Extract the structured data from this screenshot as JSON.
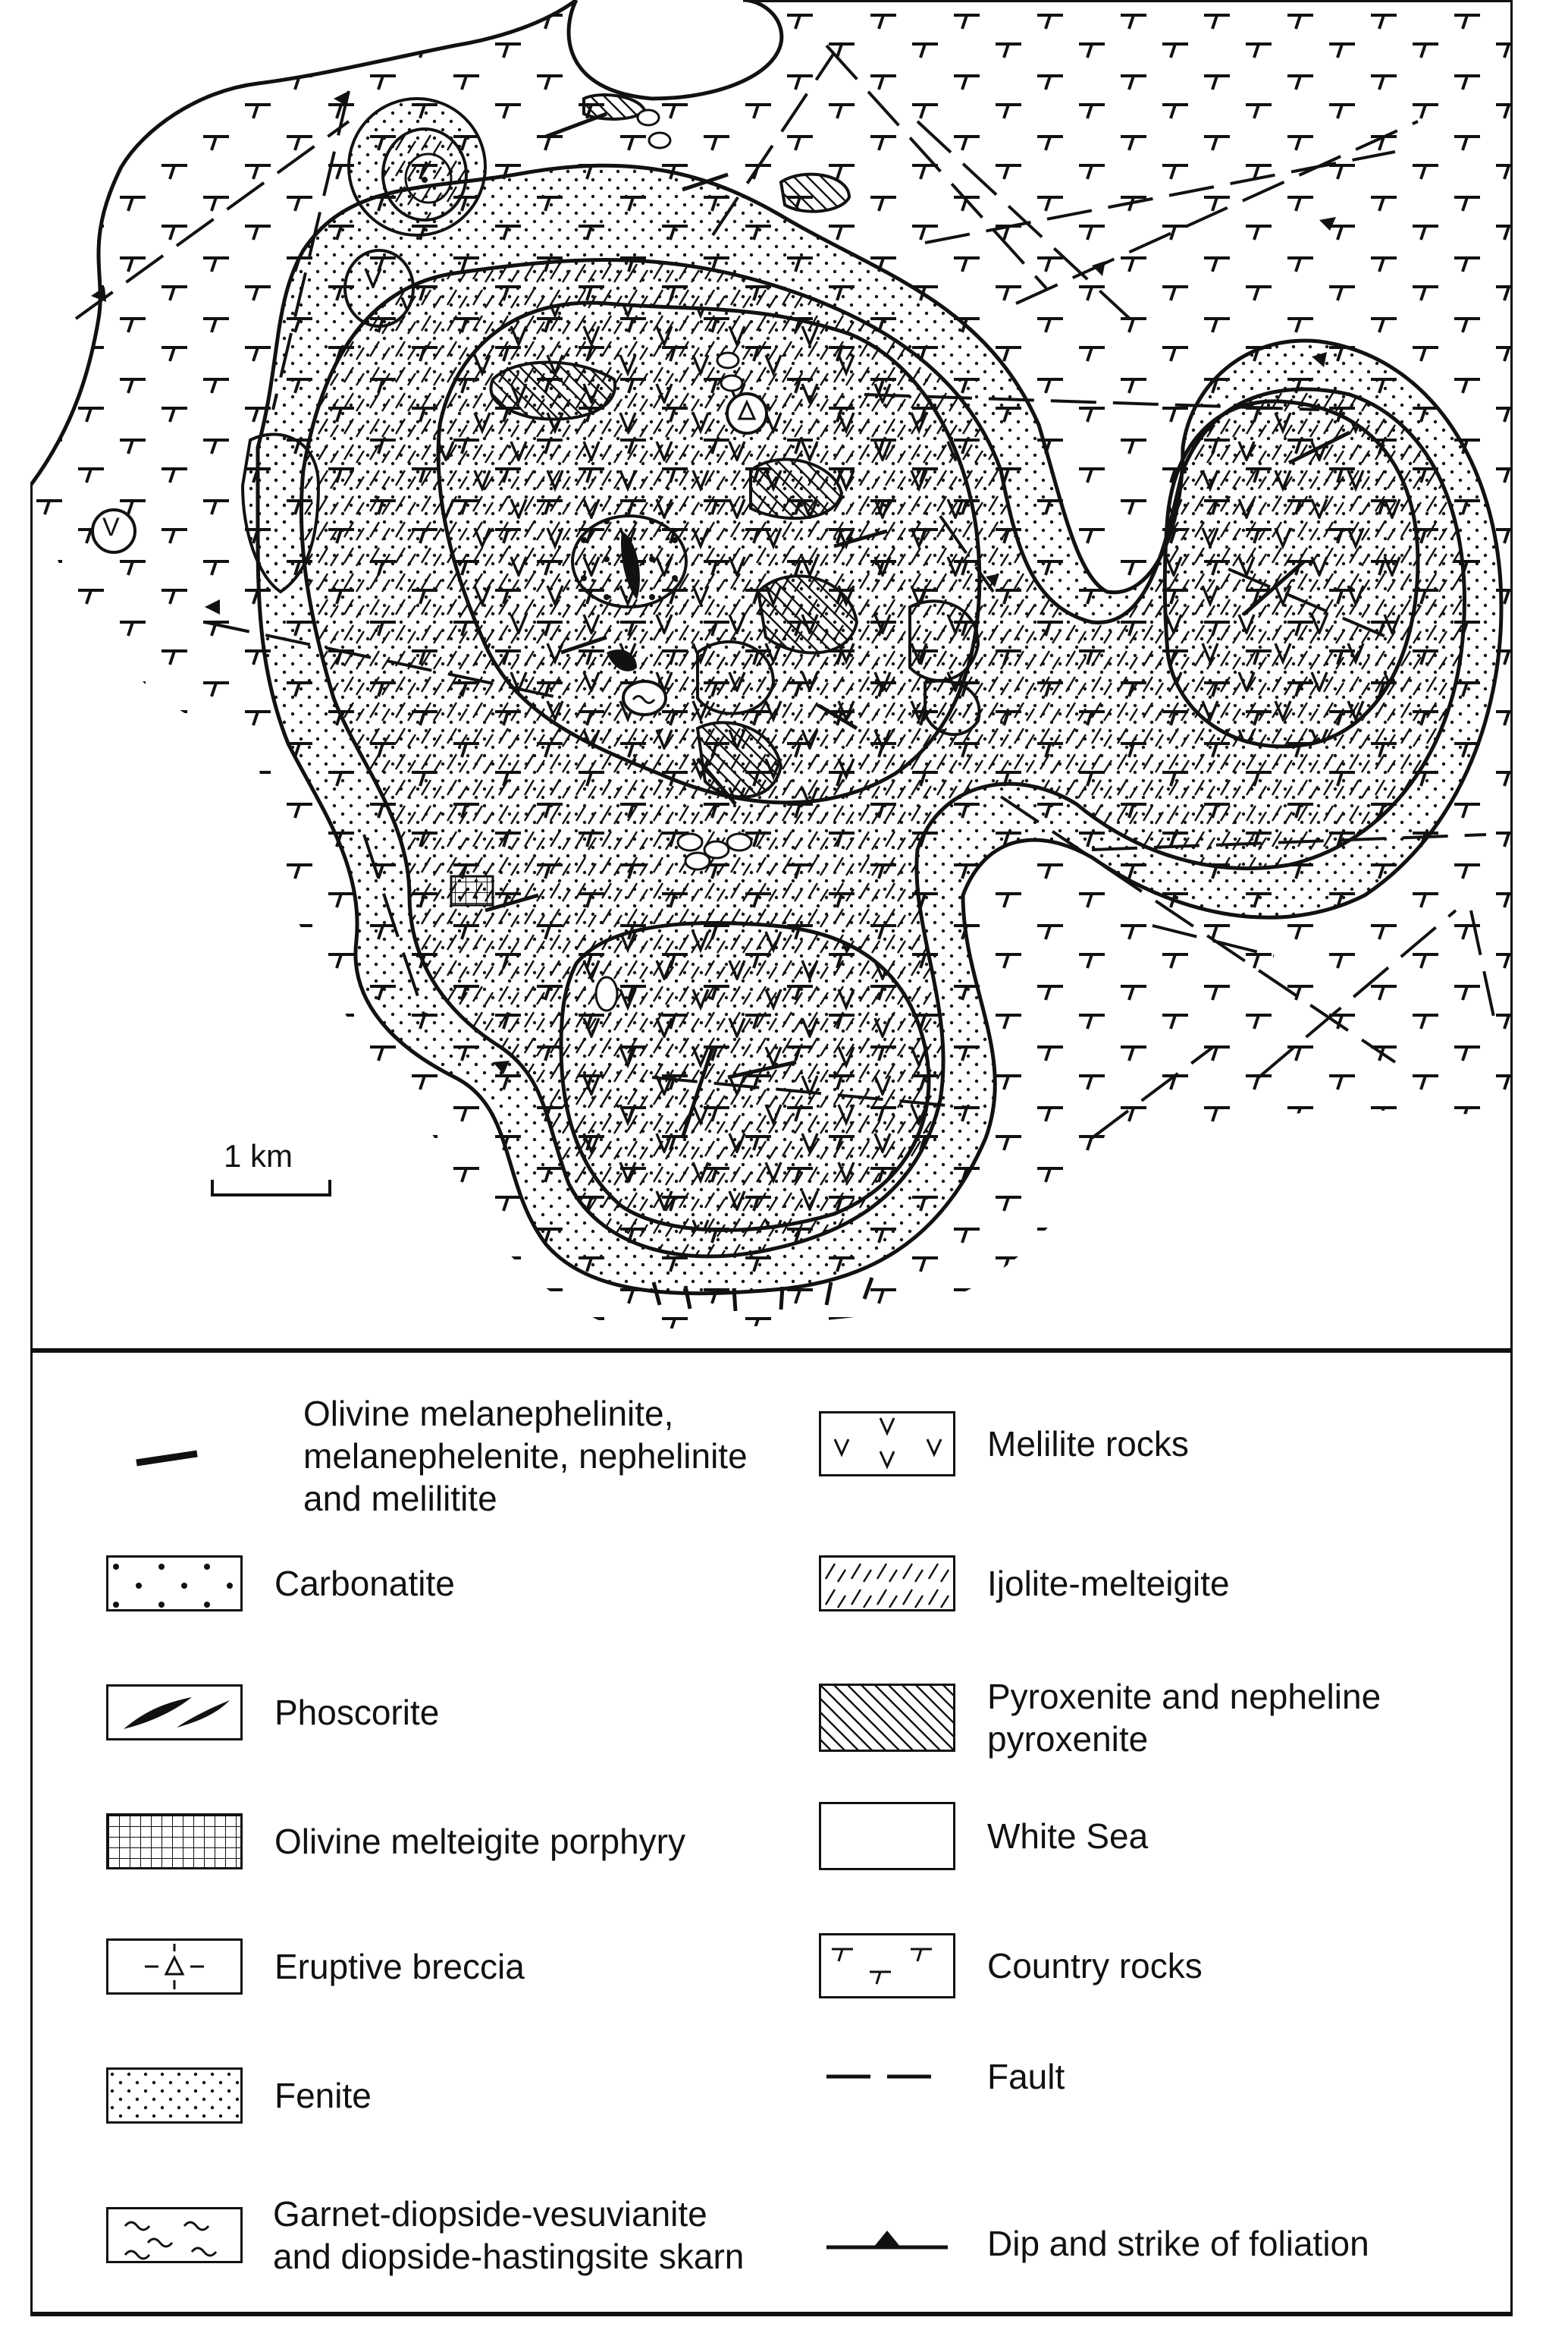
{
  "map": {
    "scale_bar_label": "1 km",
    "map_marker_v": "V"
  },
  "legend": {
    "left": [
      {
        "key": "dyke",
        "label": "Olivine melanephelinite,\nmelanephelenite, nephelinite\nand melilitite"
      },
      {
        "key": "carbonatite",
        "label": "Carbonatite"
      },
      {
        "key": "phoscorite",
        "label": "Phoscorite"
      },
      {
        "key": "porphyry",
        "label": "Olivine melteigite porphyry"
      },
      {
        "key": "breccia",
        "label": "Eruptive breccia"
      },
      {
        "key": "fenite",
        "label": "Fenite"
      },
      {
        "key": "skarn",
        "label": "Garnet-diopside-vesuvianite\nand diopside-hastingsite skarn"
      }
    ],
    "right": [
      {
        "key": "melilite",
        "label": "Melilite rocks"
      },
      {
        "key": "ijolite",
        "label": "Ijolite-melteigite"
      },
      {
        "key": "pyroxenite",
        "label": "Pyroxenite and nepheline\npyroxenite"
      },
      {
        "key": "whitesea",
        "label": "White Sea"
      },
      {
        "key": "country",
        "label": "Country rocks"
      },
      {
        "key": "fault",
        "label": "Fault"
      },
      {
        "key": "dip",
        "label": "Dip and strike of foliation"
      }
    ]
  }
}
